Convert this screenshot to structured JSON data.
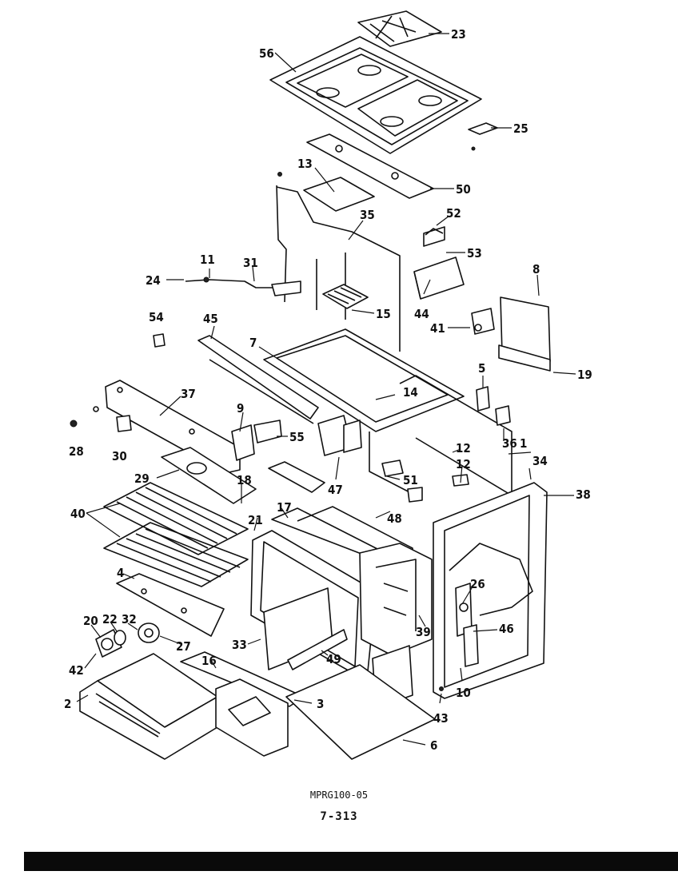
{
  "diagram": {
    "code": "MPRG100-05",
    "page": "7-313",
    "callouts": [
      "1",
      "2",
      "3",
      "4",
      "5",
      "6",
      "7",
      "8",
      "9",
      "10",
      "11",
      "12",
      "12",
      "13",
      "14",
      "15",
      "16",
      "17",
      "18",
      "19",
      "20",
      "21",
      "22",
      "23",
      "24",
      "25",
      "26",
      "27",
      "28",
      "29",
      "30",
      "31",
      "32",
      "33",
      "34",
      "35",
      "36",
      "37",
      "38",
      "39",
      "40",
      "41",
      "42",
      "43",
      "44",
      "45",
      "46",
      "47",
      "48",
      "49",
      "50",
      "51",
      "52",
      "53",
      "54",
      "55",
      "56"
    ]
  }
}
